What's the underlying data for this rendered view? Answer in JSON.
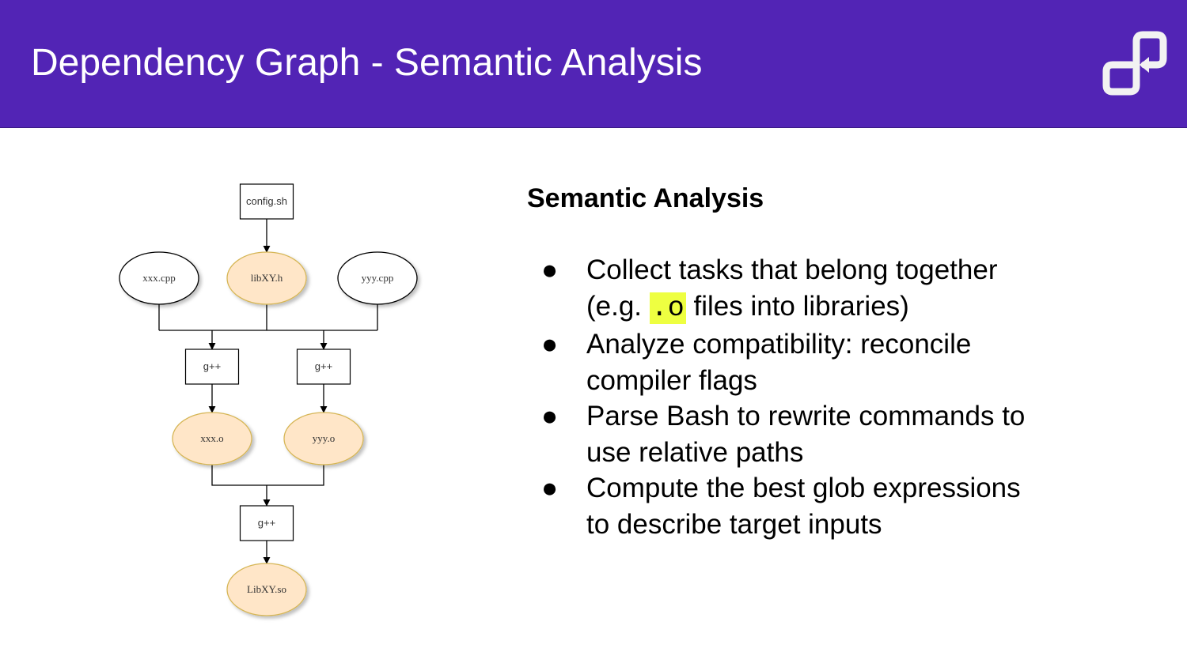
{
  "header": {
    "title": "Dependency Graph - Semantic Analysis",
    "background_color": "#5224b5",
    "logo_icon": "loop-arrow-logo-icon"
  },
  "diagram": {
    "nodes": [
      {
        "id": "config_sh",
        "label": "config.sh",
        "shape": "rectangle",
        "highlighted": false
      },
      {
        "id": "xxx_cpp",
        "label": "xxx.cpp",
        "shape": "ellipse",
        "highlighted": false
      },
      {
        "id": "libxy_h",
        "label": "libXY.h",
        "shape": "ellipse",
        "highlighted": true
      },
      {
        "id": "yyy_cpp",
        "label": "yyy.cpp",
        "shape": "ellipse",
        "highlighted": false
      },
      {
        "id": "gpp_1",
        "label": "g++",
        "shape": "rectangle",
        "highlighted": false
      },
      {
        "id": "gpp_2",
        "label": "g++",
        "shape": "rectangle",
        "highlighted": false
      },
      {
        "id": "xxx_o",
        "label": "xxx.o",
        "shape": "ellipse",
        "highlighted": true
      },
      {
        "id": "yyy_o",
        "label": "yyy.o",
        "shape": "ellipse",
        "highlighted": true
      },
      {
        "id": "gpp_3",
        "label": "g++",
        "shape": "rectangle",
        "highlighted": false
      },
      {
        "id": "libxy_so",
        "label": "LibXY.so",
        "shape": "ellipse",
        "highlighted": true
      }
    ],
    "edges": [
      {
        "from": "config_sh",
        "to": "libxy_h"
      },
      {
        "from": "xxx_cpp",
        "to": "gpp_1"
      },
      {
        "from": "libxy_h",
        "to": "gpp_1"
      },
      {
        "from": "yyy_cpp",
        "to": "gpp_1"
      },
      {
        "from": "xxx_cpp",
        "to": "gpp_2"
      },
      {
        "from": "libxy_h",
        "to": "gpp_2"
      },
      {
        "from": "yyy_cpp",
        "to": "gpp_2"
      },
      {
        "from": "gpp_1",
        "to": "xxx_o"
      },
      {
        "from": "gpp_2",
        "to": "yyy_o"
      },
      {
        "from": "xxx_o",
        "to": "gpp_3"
      },
      {
        "from": "yyy_o",
        "to": "gpp_3"
      },
      {
        "from": "gpp_3",
        "to": "libxy_so"
      }
    ],
    "highlight_fill": "#ffe6c8",
    "highlight_stroke": "#d6b656"
  },
  "content": {
    "heading": "Semantic Analysis",
    "bullet_glyph": "●",
    "bullets": [
      {
        "before": "Collect tasks that belong together (e.g. ",
        "code": ".o",
        "after": " files into libraries)"
      },
      {
        "text": "Analyze compatibility: reconcile compiler flags"
      },
      {
        "text": "Parse Bash to rewrite commands to use relative paths"
      },
      {
        "text": "Compute the best glob expressions to describe target inputs"
      }
    ],
    "code_highlight_color": "#eeff41"
  }
}
